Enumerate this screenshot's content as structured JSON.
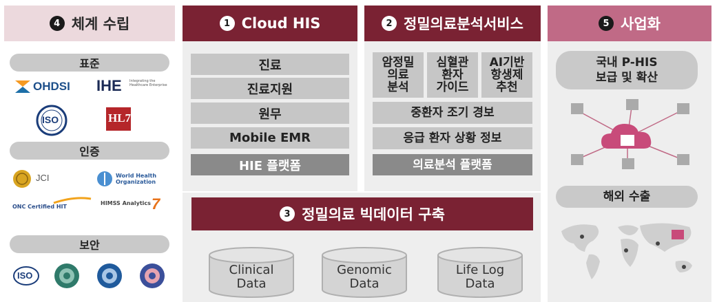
{
  "col1": {
    "number": "4",
    "title": "체계 수립",
    "standard": {
      "label": "표준",
      "logos": [
        "OHDSI",
        "IHE",
        "Integrating the Healthcare Enterprise",
        "ISO",
        "HL7"
      ]
    },
    "cert": {
      "label": "인증",
      "logos": [
        "JCI",
        "World Health Organization",
        "ONC Certified HIT",
        "HIMSS Analytics",
        "7"
      ]
    },
    "security": {
      "label": "보안",
      "logos": [
        "ISO"
      ]
    }
  },
  "col2": {
    "number": "1",
    "title": "Cloud HIS",
    "items": [
      "진료",
      "진료지원",
      "원무",
      "Mobile EMR"
    ],
    "platform": "HIE 플랫폼"
  },
  "col3": {
    "number": "2",
    "title": "정밀의료분석서비스",
    "top_items": [
      "암정밀\n의료\n분석",
      "심혈관\n환자\n가이드",
      "AI기반\n항생제\n추천"
    ],
    "items": [
      "중환자 조기 경보",
      "응급 환자 상황 정보"
    ],
    "platform": "의료분석 플랫폼"
  },
  "bigdata": {
    "number": "3",
    "title": "정밀의료 빅데이터 구축",
    "stores": [
      "Clinical\nData",
      "Genomic\nData",
      "Life Log\nData"
    ]
  },
  "col4": {
    "number": "5",
    "title": "사업화",
    "domestic": "국내 P-HIS\n보급 및 확산",
    "overseas": "해외 수출"
  },
  "colors": {
    "dark": "#7a2233",
    "mid": "#c06a86",
    "light": "#ecd9dd",
    "grey": "#c6c6c6",
    "darkgrey": "#8a8a8a"
  }
}
